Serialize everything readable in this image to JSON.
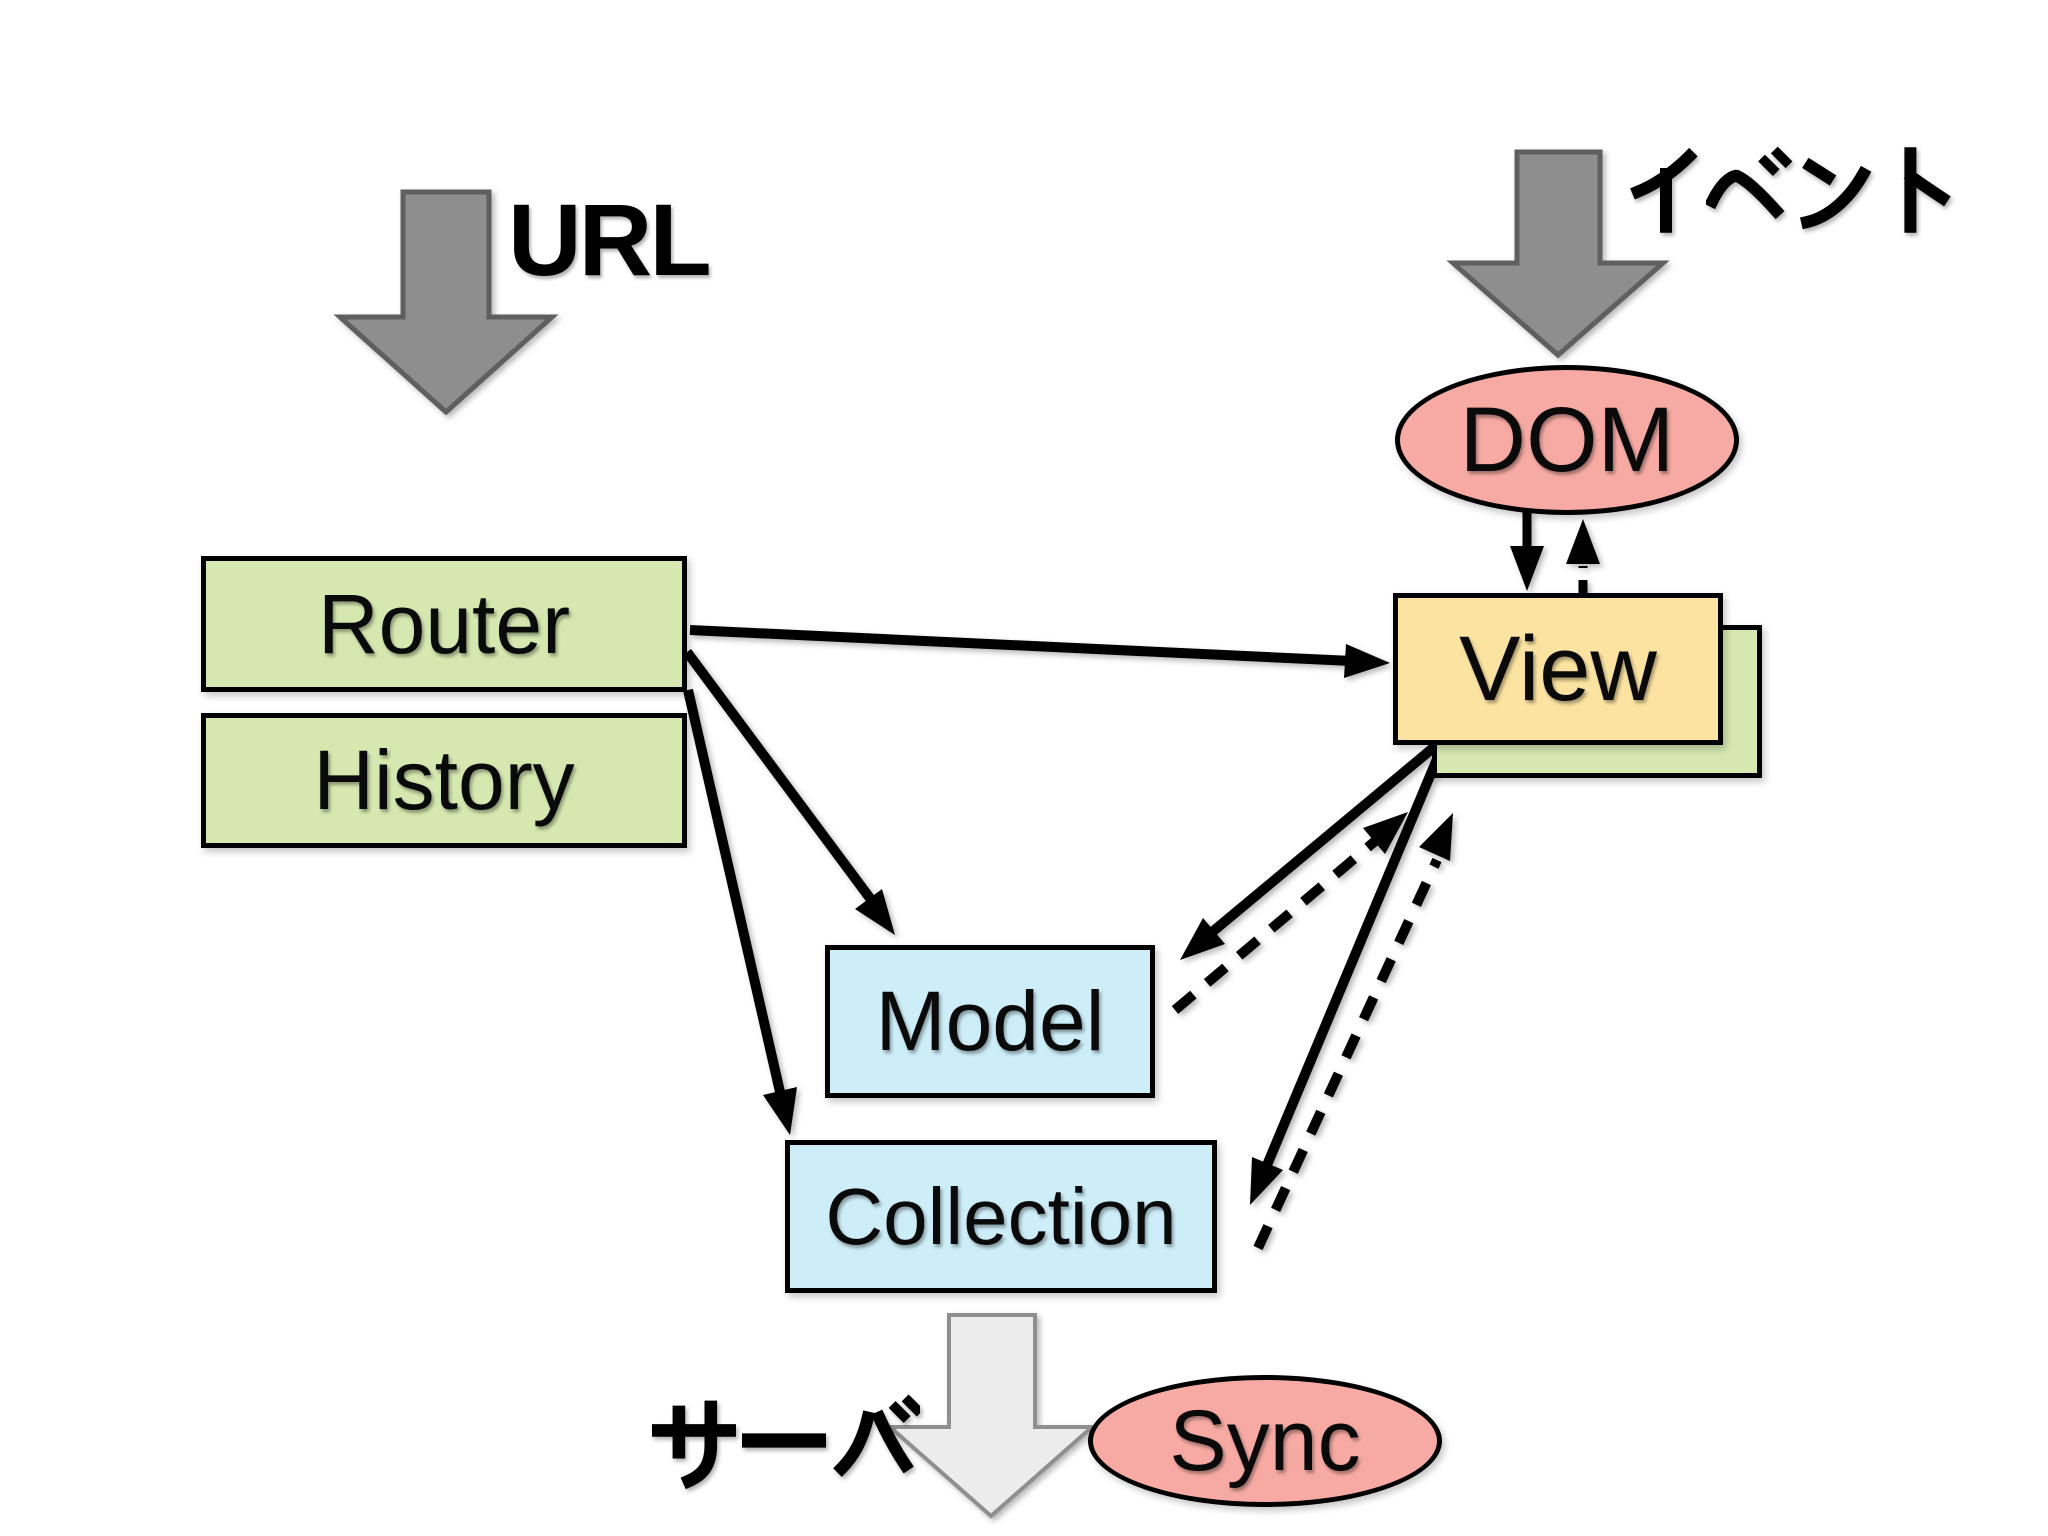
{
  "diagram": {
    "background": "#ffffff",
    "labels": {
      "url": "URL",
      "event": "イベント",
      "server": "サーバ"
    },
    "nodes": {
      "dom": "DOM",
      "router": "Router",
      "history": "History",
      "view": "View",
      "model": "Model",
      "collection": "Collection",
      "sync": "Sync"
    },
    "colors": {
      "node_green": "#d5e8b0",
      "node_blue": "#cdedf8",
      "node_yellow": "#fce3a1",
      "node_pink": "#f6aaa3",
      "arrow_gray": "#8e8e8e",
      "arrow_light": "#ececec",
      "edge_black": "#000000"
    },
    "connections": [
      {
        "from": "URL",
        "to": "Router",
        "style": "block-arrow"
      },
      {
        "from": "イベント",
        "to": "DOM",
        "style": "block-arrow"
      },
      {
        "from": "DOM",
        "to": "View",
        "style": "solid"
      },
      {
        "from": "View",
        "to": "DOM",
        "style": "dashed"
      },
      {
        "from": "Router",
        "to": "View",
        "style": "solid"
      },
      {
        "from": "Router",
        "to": "Model",
        "style": "solid"
      },
      {
        "from": "Router",
        "to": "Collection",
        "style": "solid"
      },
      {
        "from": "View",
        "to": "Model",
        "style": "solid"
      },
      {
        "from": "Model",
        "to": "View",
        "style": "dashed"
      },
      {
        "from": "View",
        "to": "Collection",
        "style": "solid"
      },
      {
        "from": "Collection",
        "to": "View",
        "style": "dashed"
      },
      {
        "from": "Collection",
        "to": "サーバ",
        "style": "block-arrow"
      }
    ]
  }
}
